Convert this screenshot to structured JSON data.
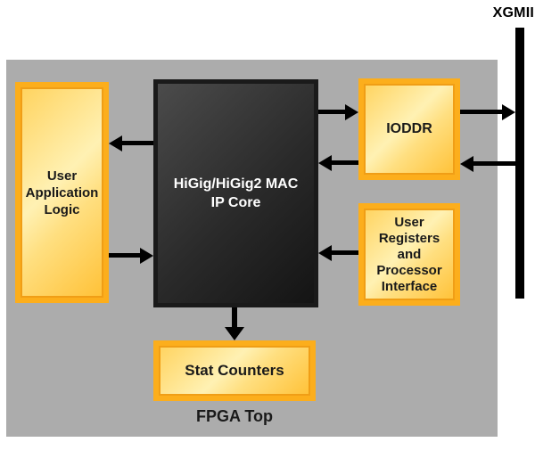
{
  "diagram": {
    "title": "FPGA Top",
    "external_interface_label": "XGMII",
    "blocks": {
      "user_application_logic": {
        "label": "User\nApplication\nLogic"
      },
      "mac_ip_core": {
        "label": "HiGig/HiGig2 MAC\nIP Core"
      },
      "ioddr": {
        "label": "IODDR"
      },
      "user_registers": {
        "label": "User\nRegisters\nand\nProcessor\nInterface"
      },
      "stat_counters": {
        "label": "Stat Counters"
      }
    },
    "connections": [
      {
        "from": "mac_ip_core",
        "to": "ioddr",
        "direction": "right"
      },
      {
        "from": "ioddr",
        "to": "mac_ip_core",
        "direction": "left"
      },
      {
        "from": "ioddr",
        "to": "xgmii_bus",
        "direction": "right"
      },
      {
        "from": "xgmii_bus",
        "to": "ioddr",
        "direction": "left"
      },
      {
        "from": "mac_ip_core",
        "to": "user_application_logic",
        "direction": "left"
      },
      {
        "from": "user_application_logic",
        "to": "mac_ip_core",
        "direction": "right"
      },
      {
        "from": "user_registers",
        "to": "mac_ip_core",
        "direction": "left"
      },
      {
        "from": "mac_ip_core",
        "to": "stat_counters",
        "direction": "down"
      }
    ],
    "colors": {
      "fpga_background": "#ACACAC",
      "orange_block_border": "#FCAE1C",
      "orange_block_fill_light": "#FFF1B3",
      "orange_block_fill_deep": "#FFC136",
      "dark_block_border": "#1A1A1A",
      "dark_block_fill": "#2A2A2A",
      "arrow": "#000000",
      "text_dark": "#1A1A1A",
      "text_light": "#FFFFFF"
    }
  }
}
